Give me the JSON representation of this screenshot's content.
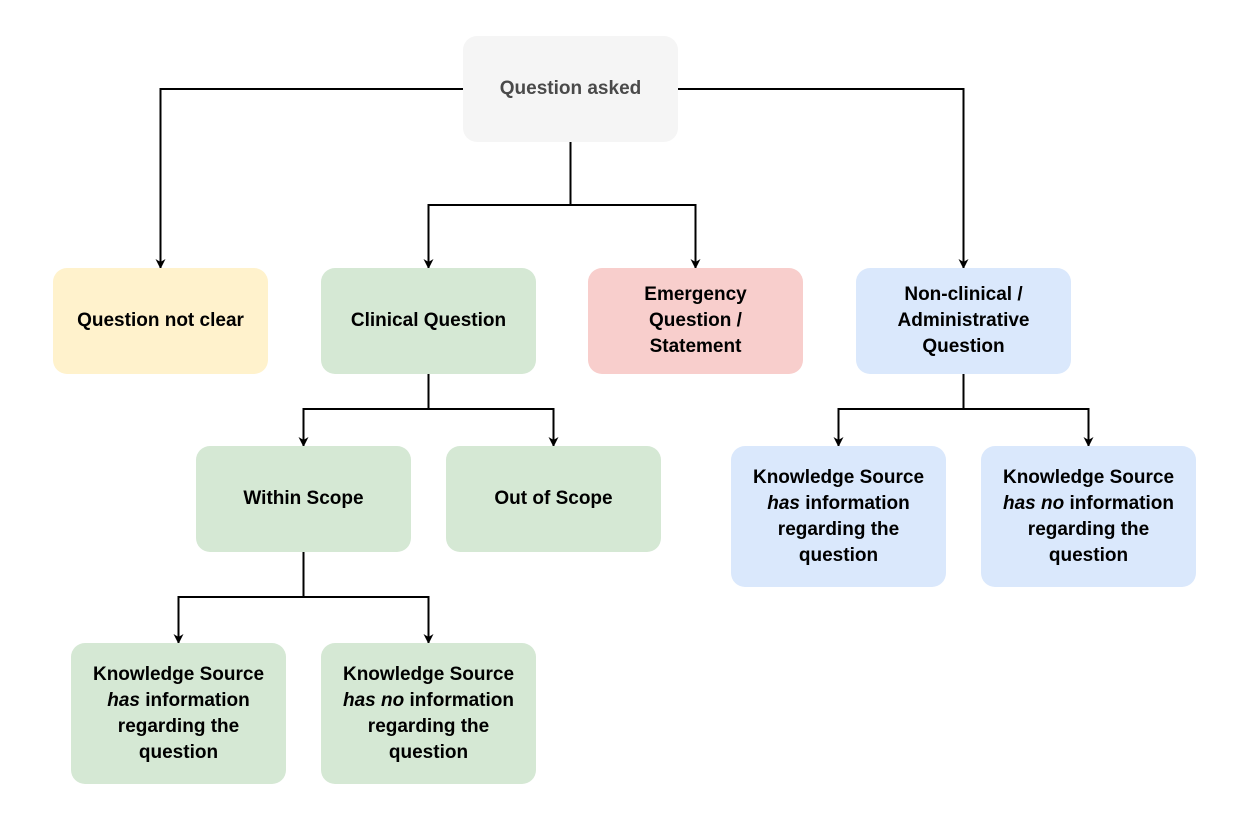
{
  "diagram": {
    "colors": {
      "root": "#f5f5f5",
      "unclear": "#fff2cc",
      "clinical": "#d5e8d4",
      "emergency": "#f8cecc",
      "administrative": "#dae8fc",
      "edge": "#000000"
    },
    "nodes": [
      {
        "id": "question-asked",
        "lines": [
          [
            "Question asked"
          ]
        ],
        "color": "root"
      },
      {
        "id": "question-not-clear",
        "lines": [
          [
            "Question not clear"
          ]
        ],
        "color": "unclear"
      },
      {
        "id": "clinical-question",
        "lines": [
          [
            "Clinical Question"
          ]
        ],
        "color": "clinical"
      },
      {
        "id": "emergency-question",
        "lines": [
          [
            "Emergency"
          ],
          [
            "Question /"
          ],
          [
            "Statement"
          ]
        ],
        "color": "emergency"
      },
      {
        "id": "non-clinical-question",
        "lines": [
          [
            "Non-clinical /"
          ],
          [
            "Administrative"
          ],
          [
            "Question"
          ]
        ],
        "color": "administrative"
      },
      {
        "id": "within-scope",
        "lines": [
          [
            "Within Scope"
          ]
        ],
        "color": "clinical"
      },
      {
        "id": "out-of-scope",
        "lines": [
          [
            "Out of Scope"
          ]
        ],
        "color": "clinical"
      },
      {
        "id": "clinical-ks-has-info",
        "lines": [
          [
            "Knowledge Source"
          ],
          [
            "*has*",
            " information"
          ],
          [
            "regarding the"
          ],
          [
            "question"
          ]
        ],
        "color": "clinical"
      },
      {
        "id": "clinical-ks-no-info",
        "lines": [
          [
            "Knowledge Source"
          ],
          [
            "*has no*",
            " information"
          ],
          [
            "regarding the"
          ],
          [
            "question"
          ]
        ],
        "color": "clinical"
      },
      {
        "id": "admin-ks-has-info",
        "lines": [
          [
            "Knowledge Source"
          ],
          [
            "*has*",
            " information"
          ],
          [
            "regarding the"
          ],
          [
            "question"
          ]
        ],
        "color": "administrative"
      },
      {
        "id": "admin-ks-no-info",
        "lines": [
          [
            "Knowledge Source"
          ],
          [
            "*has no*",
            " information"
          ],
          [
            "regarding the"
          ],
          [
            "question"
          ]
        ],
        "color": "administrative"
      }
    ],
    "edges": [
      {
        "from": "question-asked",
        "to": "question-not-clear",
        "route": "side"
      },
      {
        "from": "question-asked",
        "to": "non-clinical-question",
        "route": "side"
      },
      {
        "from": "question-asked",
        "to": "clinical-question",
        "route": "tree"
      },
      {
        "from": "question-asked",
        "to": "emergency-question",
        "route": "tree"
      },
      {
        "from": "clinical-question",
        "to": "within-scope",
        "route": "tree"
      },
      {
        "from": "clinical-question",
        "to": "out-of-scope",
        "route": "tree"
      },
      {
        "from": "within-scope",
        "to": "clinical-ks-has-info",
        "route": "tree"
      },
      {
        "from": "within-scope",
        "to": "clinical-ks-no-info",
        "route": "tree"
      },
      {
        "from": "non-clinical-question",
        "to": "admin-ks-has-info",
        "route": "tree"
      },
      {
        "from": "non-clinical-question",
        "to": "admin-ks-no-info",
        "route": "tree"
      }
    ]
  }
}
